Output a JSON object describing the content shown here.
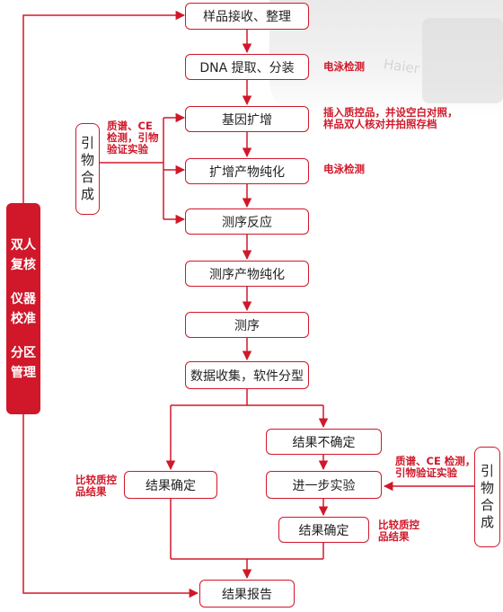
{
  "steps": {
    "receive": "样品接收、整理",
    "dna": "DNA 提取、分装",
    "amplify": "基因扩增",
    "amp_purify": "扩增产物纯化",
    "seq_react": "测序反应",
    "seq_purify": "测序产物纯化",
    "sequencing": "测序",
    "data": "数据收集，软件分型",
    "uncertain": "结果不确定",
    "confirm_left": "结果确定",
    "further": "进一步实验",
    "confirm_right": "结果确定",
    "report": "结果报告"
  },
  "side": {
    "primer_left": "引物合成",
    "primer_right": "引物合成",
    "bar_lines": [
      "双人",
      "复核",
      "仪器",
      "校准",
      "分区",
      "管理"
    ]
  },
  "notes": {
    "electrophoresis_1": "电泳检测",
    "controls_1": "插入质控品，并设空白对照，",
    "controls_2": "样品双人核对并拍照存档",
    "electrophoresis_2": "电泳检测",
    "primer_check_left_1": "质谱、CE",
    "primer_check_left_2": "检测，引物",
    "primer_check_left_3": "验证实验",
    "compare_left_1": "比较质控",
    "compare_left_2": "品结果",
    "primer_check_right_1": "质谱、CE 检测，",
    "primer_check_right_2": "引物验证实验",
    "compare_right_1": "比较质控",
    "compare_right_2": "品结果"
  },
  "background": {
    "brand_text": "Haier"
  },
  "colors": {
    "accent": "#d0182a",
    "text": "#222222"
  }
}
